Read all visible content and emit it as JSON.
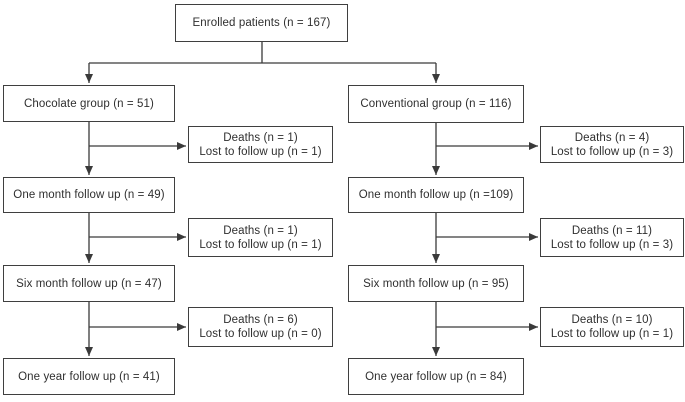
{
  "colors": {
    "line": "#3a3a3a",
    "border": "#3f3f3f",
    "text": "#2f2f2f",
    "background": "#ffffff"
  },
  "flow": {
    "enrolled_label": "Enrolled patients (n = 167)",
    "left_column": {
      "group_label": "Chocolate group (n = 51)",
      "followups": [
        "One month follow up (n = 49)",
        "Six month follow up (n = 47)",
        "One year follow up (n = 41)"
      ],
      "attrition": [
        {
          "deaths": "Deaths (n = 1)",
          "lost": "Lost to follow up (n = 1)"
        },
        {
          "deaths": "Deaths (n = 1)",
          "lost": "Lost to follow up (n = 1)"
        },
        {
          "deaths": "Deaths (n = 6)",
          "lost": "Lost to follow up (n = 0)"
        }
      ]
    },
    "right_column": {
      "group_label": "Conventional group (n = 116)",
      "followups": [
        "One month follow up (n =109)",
        "Six month follow up (n = 95)",
        "One year follow up (n = 84)"
      ],
      "attrition": [
        {
          "deaths": "Deaths (n = 4)",
          "lost": "Lost to follow up (n = 3)"
        },
        {
          "deaths": "Deaths (n = 11)",
          "lost": "Lost to follow up (n = 3)"
        },
        {
          "deaths": "Deaths (n = 10)",
          "lost": "Lost to follow up (n = 1)"
        }
      ]
    }
  }
}
